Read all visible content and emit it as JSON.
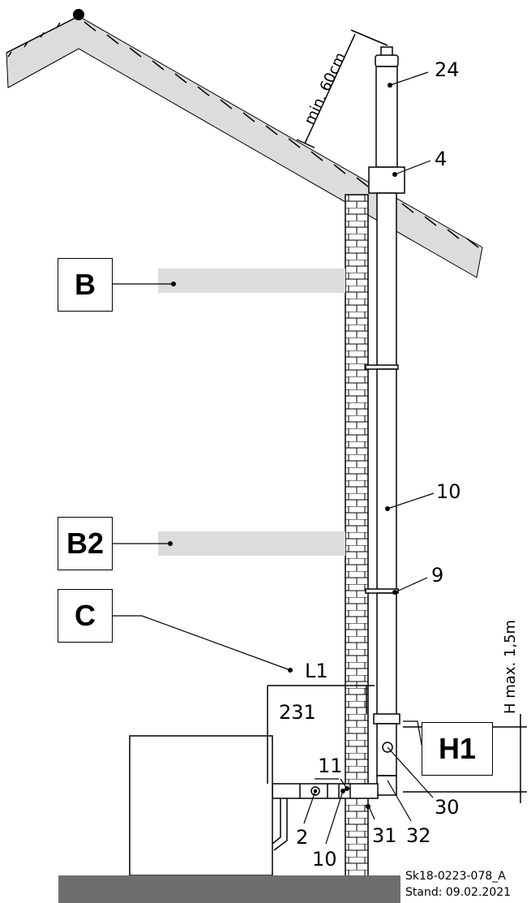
{
  "boxes": {
    "b": "B",
    "b2": "B2",
    "c": "C",
    "h1": "H1"
  },
  "dimensions": {
    "roof_clearance": "min. 60cm",
    "vertical_height": "H max. 1,5m",
    "horizontal_length": "L1"
  },
  "parts": {
    "p24": "24",
    "p4": "4",
    "p10_upper": "10",
    "p9": "9",
    "p231": "231",
    "p11": "11",
    "p30": "30",
    "p2": "2",
    "p10_lower": "10",
    "p31": "31",
    "p32": "32"
  },
  "footer": {
    "drawing_no": "Sk18-0223-078_A",
    "date": "Stand: 09.02.2021"
  },
  "colors": {
    "line": "#000000",
    "roof_fill": "#dcdcdc",
    "zone_fill": "#dcdcdc",
    "ground": "#6e6e6e"
  }
}
